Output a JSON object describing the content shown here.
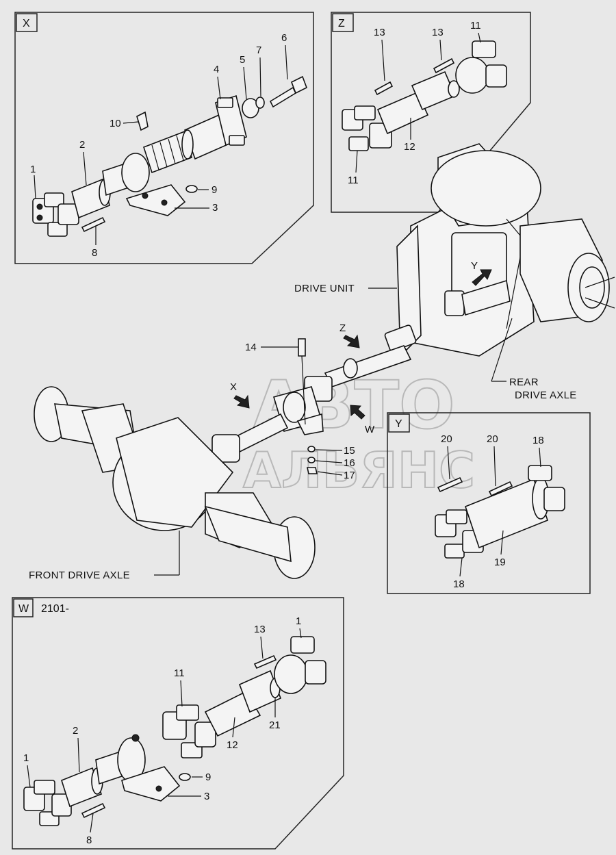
{
  "watermark": {
    "line1": "АВТО",
    "line2": "АЛЬЯНС"
  },
  "views": {
    "x": {
      "tag": "X",
      "callouts": [
        "1",
        "2",
        "3",
        "4",
        "5",
        "6",
        "7",
        "8",
        "9",
        "10"
      ]
    },
    "z": {
      "tag": "Z",
      "callouts": [
        "13",
        "13",
        "11",
        "12",
        "11"
      ]
    },
    "y": {
      "tag": "Y",
      "callouts": [
        "20",
        "20",
        "18",
        "19",
        "18"
      ]
    },
    "w": {
      "tag": "W",
      "serial": "2101-",
      "callouts": [
        "13",
        "1",
        "11",
        "2",
        "12",
        "21",
        "1",
        "9",
        "3",
        "8"
      ]
    }
  },
  "main": {
    "drive_unit": "DRIVE UNIT",
    "rear_axle_line1": "REAR",
    "rear_axle_line2": "DRIVE AXLE",
    "front_axle": "FRONT DRIVE AXLE",
    "arrow_y": "Y",
    "arrow_z": "Z",
    "arrow_x": "X",
    "arrow_w": "W",
    "callouts": [
      "14",
      "15",
      "16",
      "17"
    ]
  }
}
